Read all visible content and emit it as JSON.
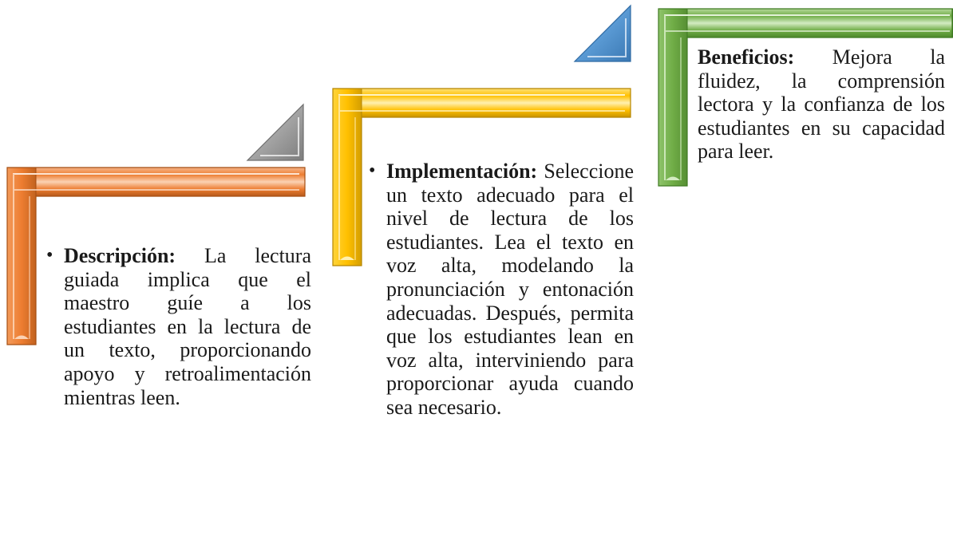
{
  "steps": [
    {
      "id": "descripcion",
      "label": "Descripción:",
      "body": "La lectura guiada implica que el maestro guíe a los estudiantes en la lectura de un texto, proporcionando apoyo y retroalimentación mientras leen.",
      "bullet": "•",
      "color": "#ed7d31"
    },
    {
      "id": "implementacion",
      "label": "Implementación:",
      "body": "Seleccione un texto adecuado para el nivel de lectura de los estudiantes. Lea el texto en voz alta, modelando la pronunciación y entonación adecuadas. Después, permita que los estudiantes lean en voz alta, interviniendo para proporcionar ayuda cuando sea necesario.",
      "bullet": "•",
      "color": "#ffc000"
    },
    {
      "id": "beneficios",
      "label": "Beneficios:",
      "body": "Mejora la fluidez, la comprensión lectora y la confianza de los estudiantes en su capacidad para leer.",
      "bullet": "",
      "color": "#70ad47"
    }
  ],
  "arrows": [
    {
      "id": "arrow-gray",
      "color": "#a5a5a5"
    },
    {
      "id": "arrow-blue",
      "color": "#5b9bd5"
    }
  ]
}
